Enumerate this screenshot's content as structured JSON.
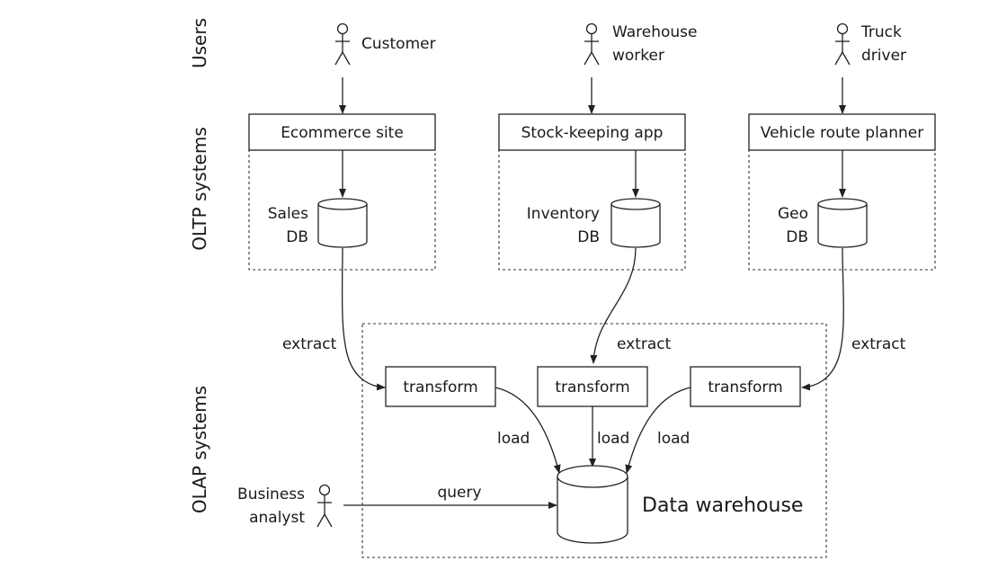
{
  "sections": {
    "users": "Users",
    "oltp": "OLTP systems",
    "olap": "OLAP systems"
  },
  "actors": {
    "customer": [
      "Customer"
    ],
    "warehouse_worker": [
      "Warehouse",
      "worker"
    ],
    "truck_driver": [
      "Truck",
      "driver"
    ],
    "business_analyst": [
      "Business",
      "analyst"
    ]
  },
  "apps": {
    "ecommerce": "Ecommerce site",
    "stock": "Stock-keeping app",
    "vehicle": "Vehicle route planner"
  },
  "databases": {
    "sales": [
      "Sales",
      "DB"
    ],
    "inventory": [
      "Inventory",
      "DB"
    ],
    "geo": [
      "Geo",
      "DB"
    ]
  },
  "etl": {
    "extract": "extract",
    "transform": "transform",
    "load": "load",
    "query": "query"
  },
  "warehouse": "Data warehouse"
}
